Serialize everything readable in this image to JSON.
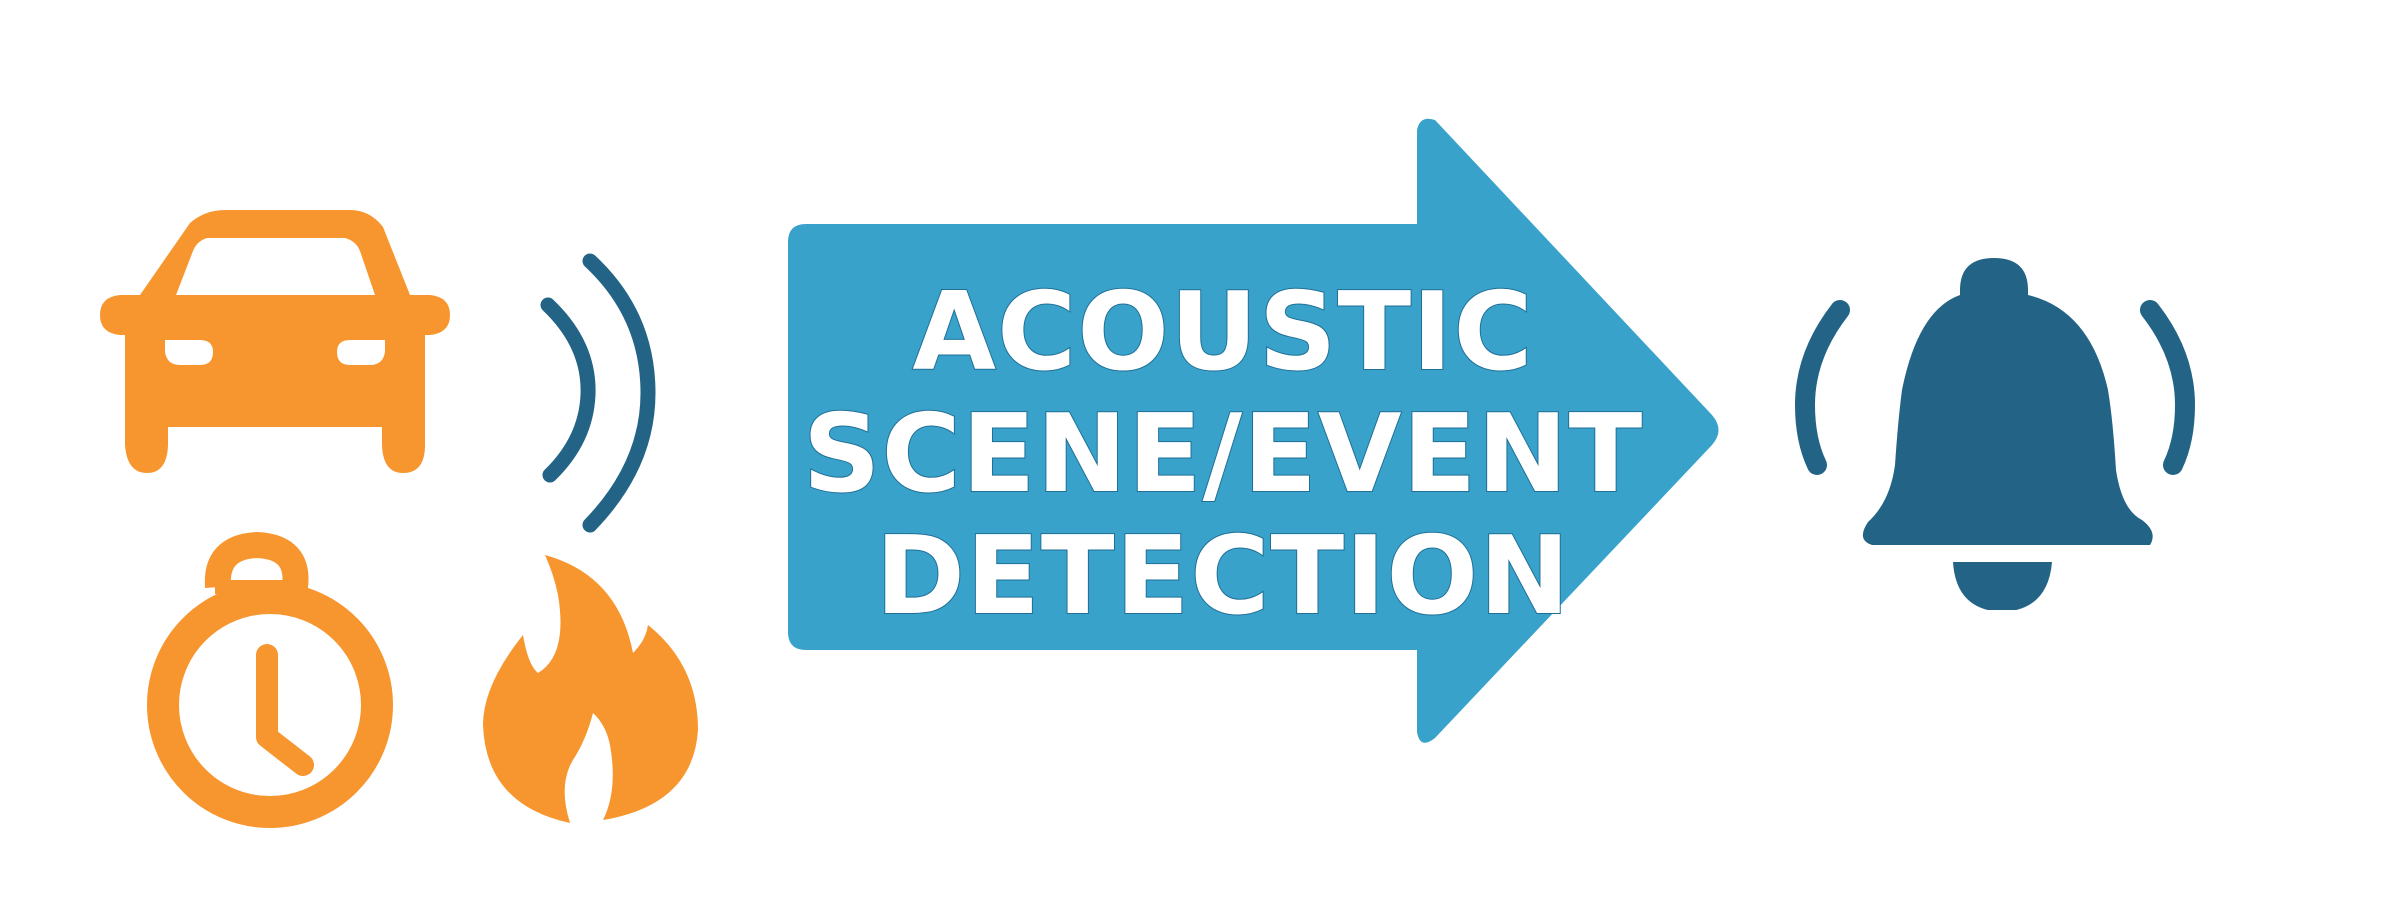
{
  "diagram": {
    "title_lines": [
      "ACOUSTIC",
      "SCENE/EVENT",
      "DETECTION"
    ],
    "inputs": [
      {
        "name": "car",
        "icon": "car-icon"
      },
      {
        "name": "sound-waves",
        "icon": "sound-waves-icon"
      },
      {
        "name": "stopwatch",
        "icon": "stopwatch-icon"
      },
      {
        "name": "fire",
        "icon": "fire-icon"
      }
    ],
    "process": {
      "shape": "right-arrow",
      "icon": "arrow-right-icon"
    },
    "output": {
      "name": "alarm-bell",
      "icon": "ringing-bell-icon"
    }
  },
  "colors": {
    "orange": "#F7962E",
    "dark_blue": "#236486",
    "arrow_blue": "#39A2CB",
    "text": "#FFFFFF",
    "background": "#FFFFFF"
  }
}
